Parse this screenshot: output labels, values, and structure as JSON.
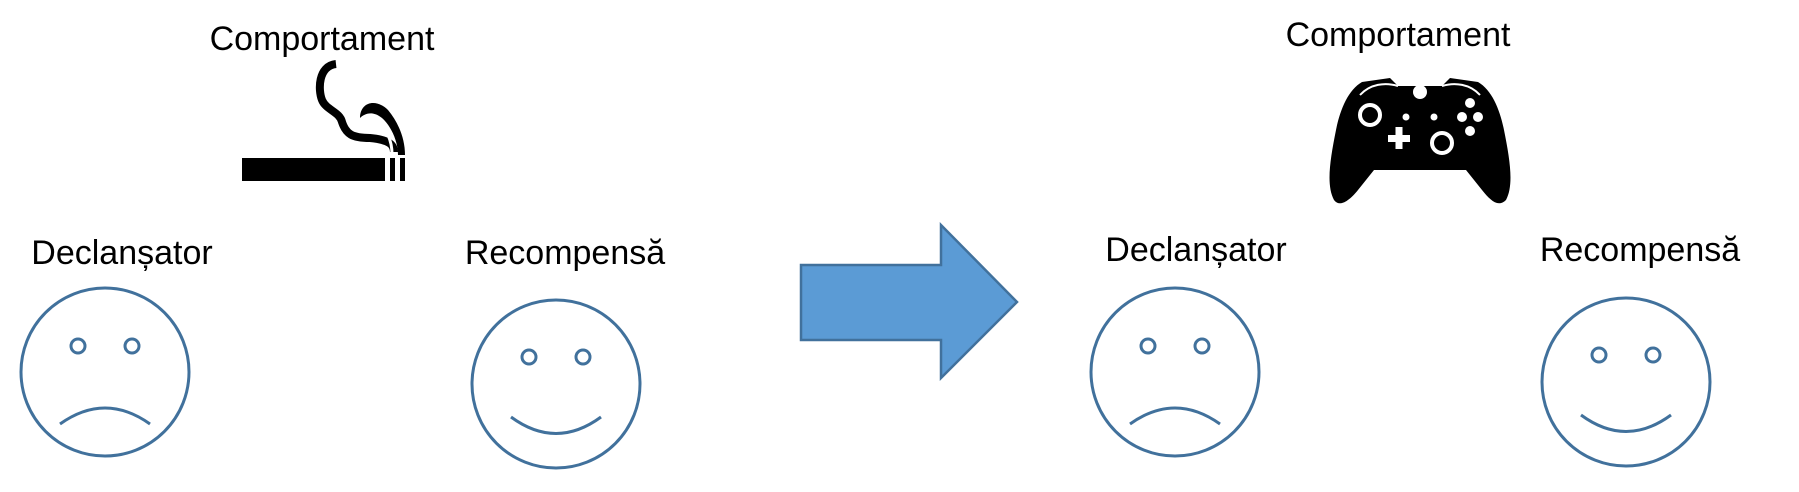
{
  "left_panel": {
    "behavior_label": "Comportament",
    "trigger_label": "Declanșator",
    "reward_label": "Recompensă",
    "behavior_icon": "cigarette-icon"
  },
  "right_panel": {
    "behavior_label": "Comportament",
    "trigger_label": "Declanșator",
    "reward_label": "Recompensă",
    "behavior_icon": "game-controller-icon"
  },
  "colors": {
    "face_stroke": "#41719c",
    "arrow_fill": "#5b9bd5",
    "arrow_stroke": "#41719c"
  }
}
